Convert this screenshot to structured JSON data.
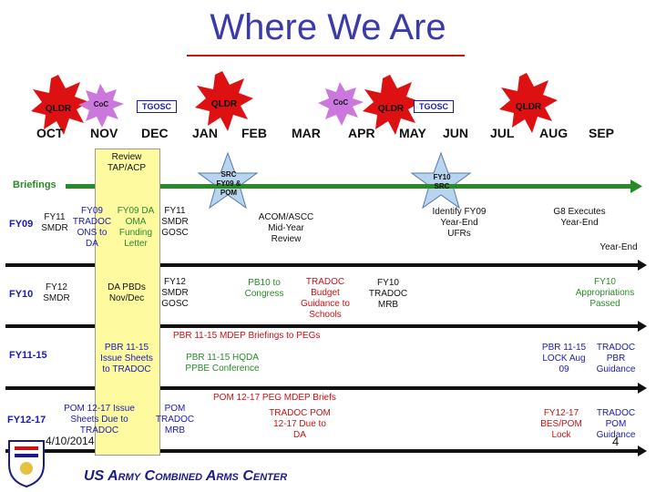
{
  "title": "Where We Are",
  "months": [
    "OCT",
    "NOV",
    "DEC",
    "JAN",
    "FEB",
    "MAR",
    "APR",
    "MAY",
    "JUN",
    "JUL",
    "AUG",
    "SEP"
  ],
  "bursts": {
    "qldr1": "QLDR",
    "qldr2": "QLDR",
    "qldr3": "QLDR",
    "qldr4": "QLDR"
  },
  "cocs": {
    "coc1": "CoC",
    "coc2": "CoC"
  },
  "tgoscs": {
    "tgosc1": "TGOSC",
    "tgosc2": "TGOSC"
  },
  "stars": {
    "star1": "SRC FY09 & POM",
    "star2": "FY10 SRC"
  },
  "review_box": "Review TAP/ACP",
  "briefings_label": "Briefings",
  "rows": {
    "fy09": {
      "label": "FY09",
      "left": "FY11 SMDR",
      "tradoc": "FY09 TRADOC ONS to DA",
      "oma": "FY09 DA OMA Funding Letter",
      "gosc": "FY11 SMDR GOSC",
      "acom": "ACOM/ASCC Mid-Year Review",
      "identify": "Identify FY09 Year-End UFRs",
      "g8": "G8 Executes Year-End",
      "yearend": "Year-End"
    },
    "fy10": {
      "label": "FY10",
      "left": "FY12 SMDR",
      "pbds": "DA PBDs Nov/Dec",
      "gosc": "FY12 SMDR GOSC",
      "pb10": "PB10 to Congress",
      "budget": "TRADOC Budget Guidance to Schools",
      "mrb": "FY10 TRADOC MRB",
      "approp": "FY10 Appropriations Passed"
    },
    "fy1115": {
      "label": "FY11-15",
      "pegs": "PBR 11-15 MDEP Briefings to PEGs",
      "issue": "PBR 11-15 Issue Sheets to TRADOC",
      "hqda": "PBR 11-15 HQDA PPBE Conference",
      "lock": "PBR 11-15 LOCK Aug 09",
      "pbr": "TRADOC PBR Guidance"
    },
    "fy1217": {
      "label": "FY12-17",
      "mdep": "POM 12-17 PEG MDEP Briefs",
      "issue": "POM 12-17 Issue Sheets Due to TRADOC",
      "pom_mrb": "POM TRADOC MRB",
      "pom_due": "TRADOC POM 12-17 Due to DA",
      "bes": "FY12-17 BES/POM Lock",
      "pom_guid": "TRADOC POM Guidance"
    }
  },
  "footer": {
    "date": "4/10/2014",
    "org": "US Army Combined Arms Center",
    "page": "4"
  },
  "colors": {
    "title": "#3a3aa8",
    "burst": "#dd1111",
    "coc": "#cc77dd",
    "star": "#b8d4ee",
    "briefings": "#2a8a2a",
    "review": "#fdfaa0"
  }
}
